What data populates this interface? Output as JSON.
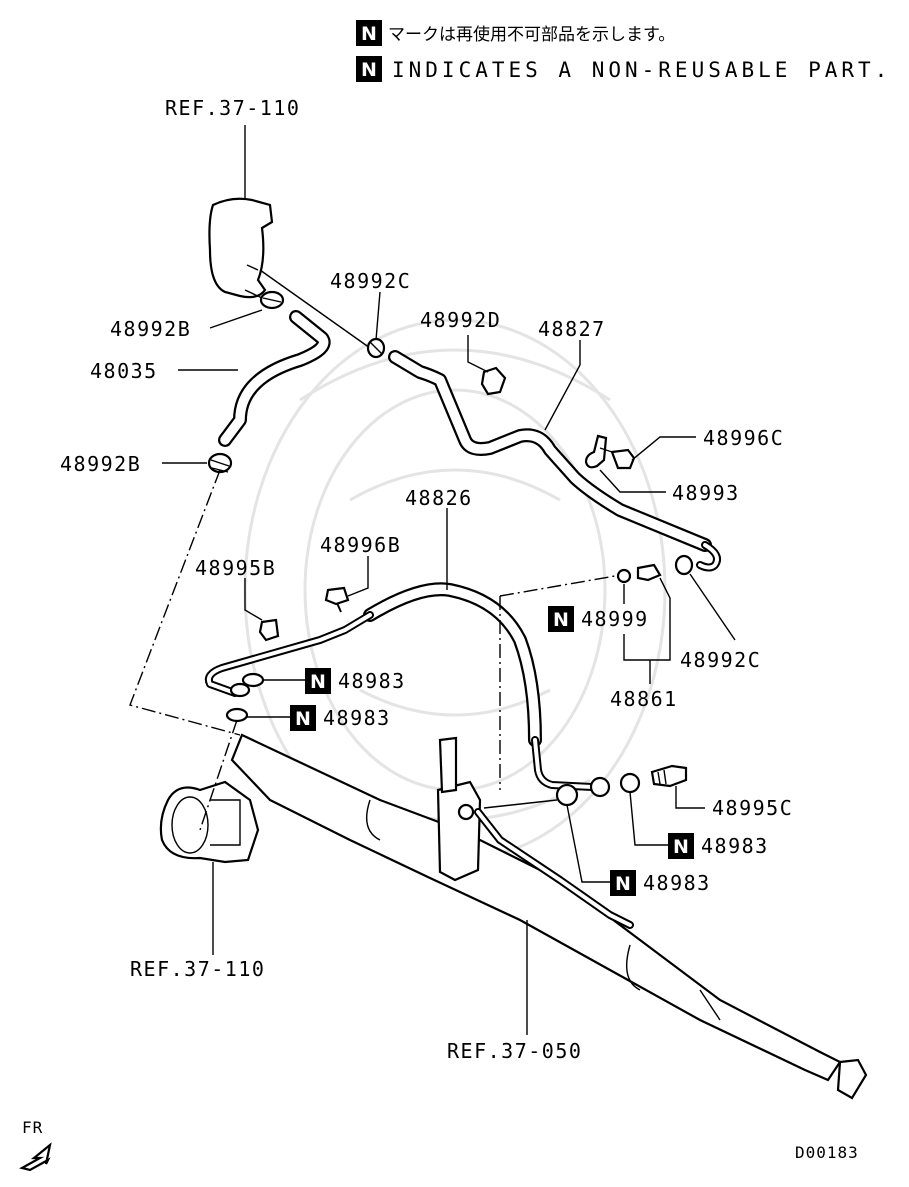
{
  "legend": {
    "badge": "N",
    "note_jp": "マークは再使用不可部品を示します。",
    "note_en": "INDICATES A NON-REUSABLE PART."
  },
  "labels": {
    "ref_reservoir": "REF.37-110",
    "ref_pump": "REF.37-110",
    "ref_gear": "REF.37-050",
    "p48992C_top": "48992C",
    "p48992D": "48992D",
    "p48827": "48827",
    "p48992B_top": "48992B",
    "p48035": "48035",
    "p48992B_low": "48992B",
    "p48996C": "48996C",
    "p48993": "48993",
    "p48826": "48826",
    "p48996B": "48996B",
    "p48995B": "48995B",
    "p48999": "48999",
    "p48992C_low": "48992C",
    "p48861": "48861",
    "p48983_a": "48983",
    "p48983_b": "48983",
    "p48995C": "48995C",
    "p48983_c": "48983",
    "p48983_d": "48983",
    "fr": "FR",
    "diagram_code": "D00183"
  },
  "non_reusable_badge": "N"
}
